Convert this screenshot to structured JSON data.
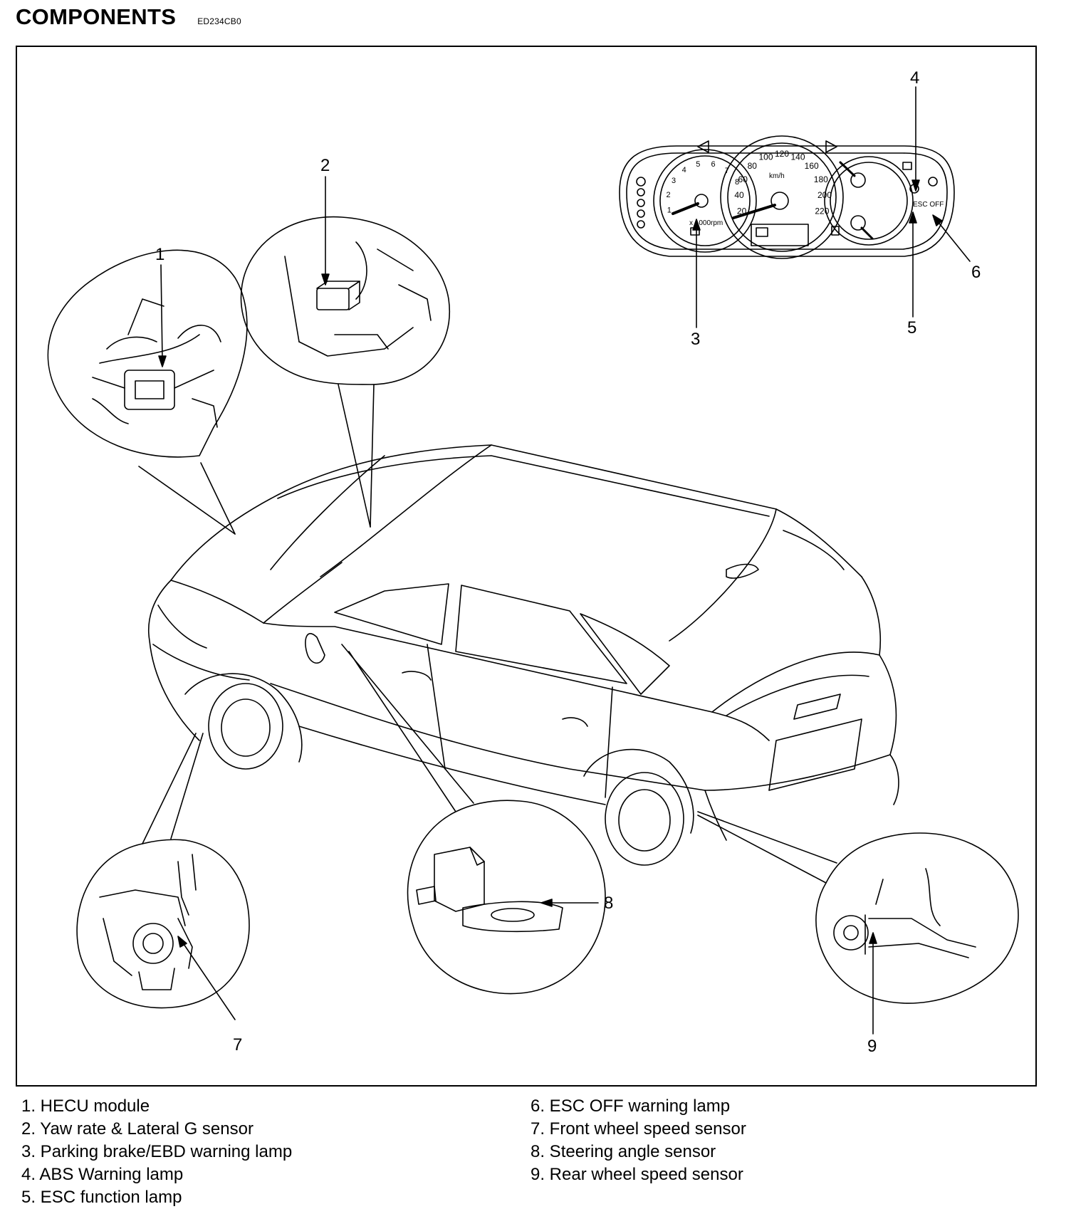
{
  "header": {
    "title": "COMPONENTS",
    "code": "ED234CB0"
  },
  "callouts": [
    "1",
    "2",
    "3",
    "4",
    "5",
    "6",
    "7",
    "8",
    "9"
  ],
  "cluster": {
    "speed_ticks": [
      "20",
      "40",
      "60",
      "80",
      "100",
      "120",
      "140",
      "160",
      "180",
      "200",
      "220"
    ],
    "rpm_ticks": [
      "1",
      "2",
      "3",
      "4",
      "5",
      "6",
      "7",
      "8"
    ],
    "rpm_unit": "x 1000rpm",
    "speed_unit": "km/h",
    "esc_off": "ESC OFF"
  },
  "legend": {
    "left": [
      "1. HECU module",
      "2. Yaw rate & Lateral G sensor",
      "3. Parking brake/EBD warning lamp",
      "4. ABS Warning lamp",
      "5. ESC function lamp"
    ],
    "right": [
      "6. ESC OFF warning lamp",
      "7. Front wheel speed sensor",
      "8. Steering angle sensor",
      "9. Rear wheel speed sensor"
    ]
  }
}
